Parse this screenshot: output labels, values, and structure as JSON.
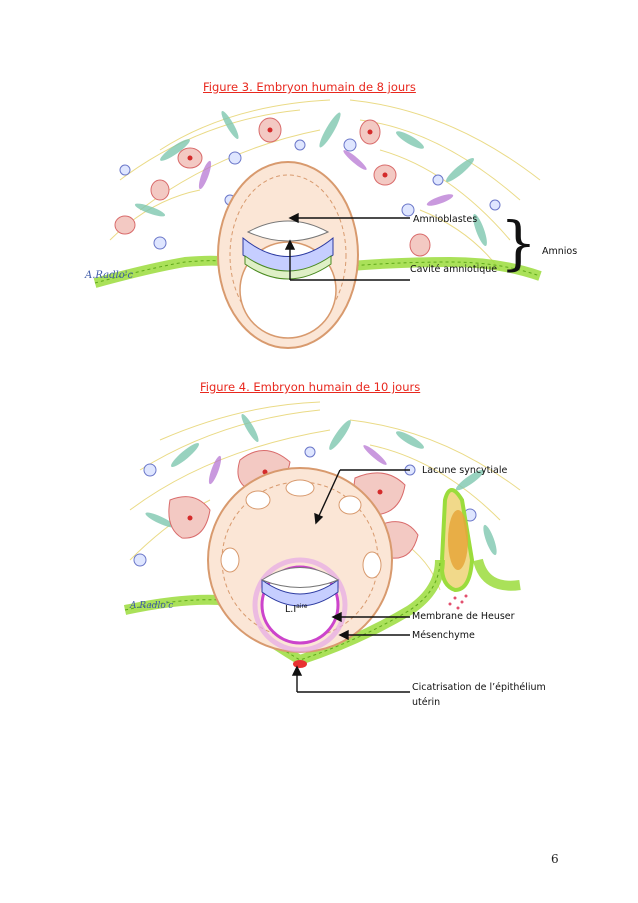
{
  "page": {
    "number": "6"
  },
  "figure3": {
    "title": "Figure 3. Embryon humain de 8 jours",
    "labels": {
      "amnioblastes": "Amnioblastes",
      "cavite": "Cavité amniotique",
      "amnios": "Amnios"
    }
  },
  "figure4": {
    "title": "Figure 4. Embryon humain de 10 jours",
    "labels": {
      "lacune": "Lacune syncytiale",
      "li": "L.I",
      "li_sup": "aire",
      "heuser": "Membrane de Heuser",
      "mesenchyme": "Mésenchyme",
      "cicatrisation": "Cicatrisation de l’épithélium utérin"
    }
  },
  "colors": {
    "title": "#e8281e",
    "trophoblast": "#d89a6e",
    "epithelium": "#9bdc3c",
    "epiblast": "#7d8fd6",
    "heuser": "#cc44cc"
  }
}
